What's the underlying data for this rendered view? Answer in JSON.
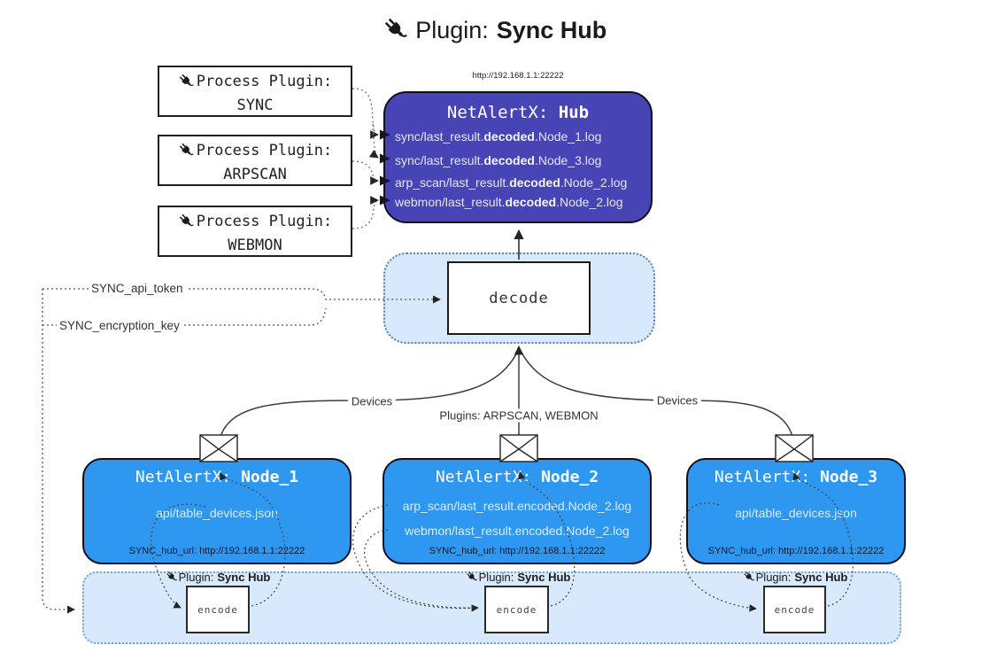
{
  "title": {
    "prefix": "Plugin:",
    "bold": "Sync Hub"
  },
  "hub": {
    "url": "http://192.168.1.1:22222",
    "app": "NetAlertX: ",
    "name": "Hub",
    "files": [
      {
        "pre": "sync/last_result.",
        "bold": "decoded",
        "post": ".Node_1.log"
      },
      {
        "pre": "sync/last_result.",
        "bold": "decoded",
        "post": ".Node_3.log"
      },
      {
        "pre": "arp_scan/last_result.",
        "bold": "decoded",
        "post": ".Node_2.log"
      },
      {
        "pre": "webmon/last_result.",
        "bold": "decoded",
        "post": ".Node_2.log"
      }
    ]
  },
  "process_plugins": [
    {
      "label": "Process Plugin:",
      "name": "SYNC"
    },
    {
      "label": "Process Plugin:",
      "name": "ARPSCAN"
    },
    {
      "label": "Process Plugin:",
      "name": "WEBMON"
    }
  ],
  "decode_box": {
    "label": "decode"
  },
  "settings": {
    "api_token": "SYNC_api_token",
    "encryption_key": "SYNC_encryption_key"
  },
  "edge_labels": {
    "devices_left": "Devices",
    "devices_right": "Devices",
    "plugins_mid": "Plugins: ARPSCAN, WEBMON"
  },
  "nodes": [
    {
      "app": "NetAlertX: ",
      "name": "Node_1",
      "files": [
        "api/table_devices.json"
      ],
      "hub_url": "SYNC_hub_url: http://192.168.1.1:22222"
    },
    {
      "app": "NetAlertX: ",
      "name": "Node_2",
      "files": [
        "arp_scan/last_result.encoded.Node_2.log",
        "webmon/last_result.encoded.Node_2.log"
      ],
      "hub_url": "SYNC_hub_url: http://192.168.1.1:22222"
    },
    {
      "app": "NetAlertX: ",
      "name": "Node_3",
      "files": [
        "api/table_devices.json"
      ],
      "hub_url": "SYNC_hub_url: http://192.168.1.1:22222"
    }
  ],
  "encoders": [
    {
      "plugin_prefix": "Plugin:",
      "plugin_bold": "Sync Hub",
      "label": "encode"
    },
    {
      "plugin_prefix": "Plugin:",
      "plugin_bold": "Sync Hub",
      "label": "encode"
    },
    {
      "plugin_prefix": "Plugin:",
      "plugin_bold": "Sync Hub",
      "label": "encode"
    }
  ],
  "colors": {
    "hub_fill": "#4745b5",
    "node_fill": "#2e97f0",
    "panel_fill": "#d7e9fb",
    "wire": "#444444"
  }
}
